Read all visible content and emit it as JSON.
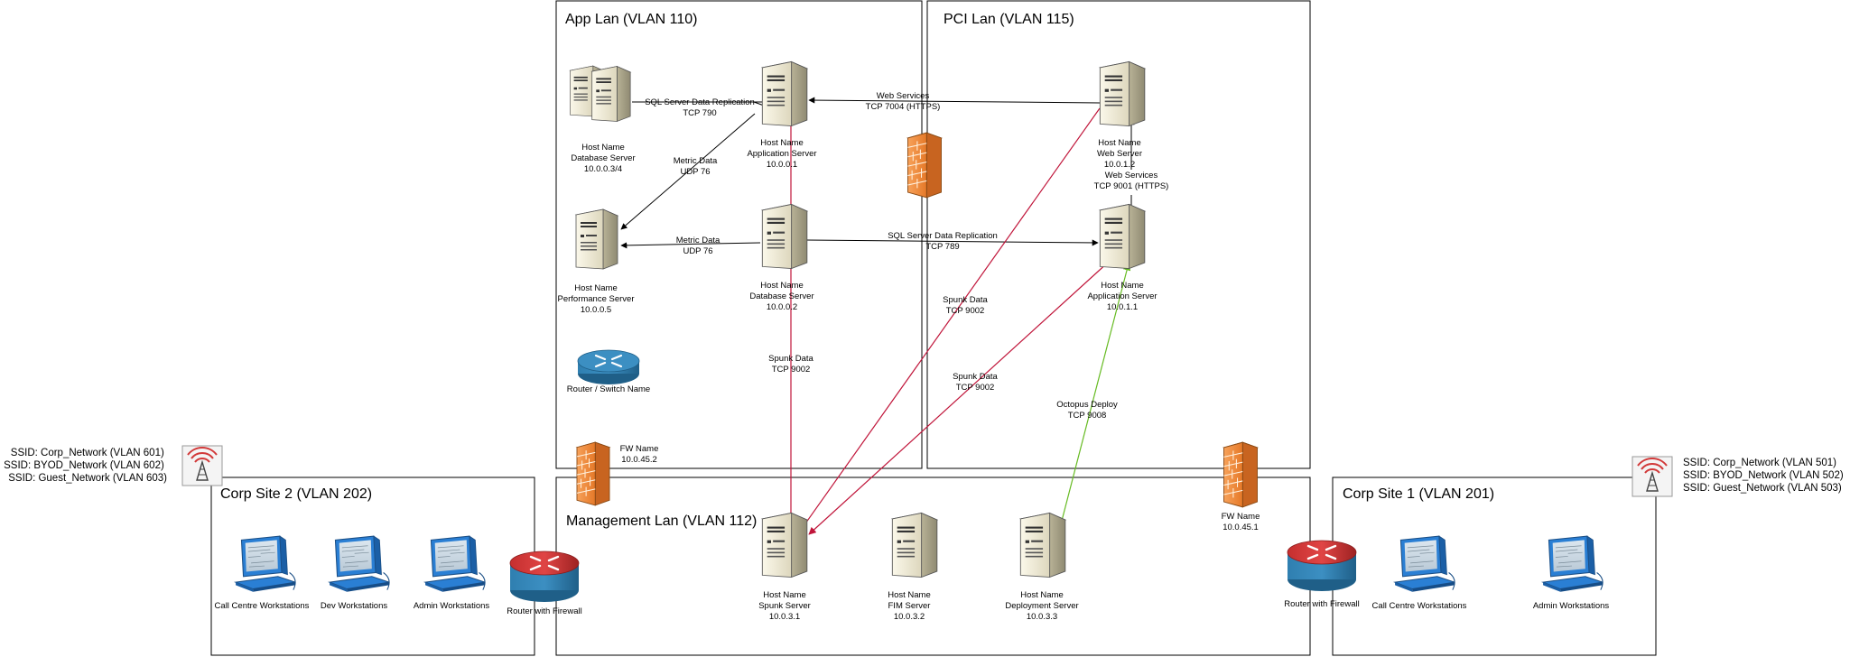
{
  "zones": {
    "app_lan": "App Lan (VLAN 110)",
    "pci_lan": "PCI Lan (VLAN 115)",
    "management_lan": "Management Lan (VLAN 112)",
    "corp_site_2": "Corp Site 2 (VLAN 202)",
    "corp_site_1": "Corp Site 1 (VLAN 201)"
  },
  "devices": {
    "app_db_cluster": [
      "Host Name",
      "Database Server",
      "10.0.0.3/4"
    ],
    "app_server": [
      "Host Name",
      "Application Server",
      "10.0.0.1"
    ],
    "perf_server": [
      "Host Name",
      "Performance Server",
      "10.0.0.5"
    ],
    "app_db_server": [
      "Host Name",
      "Database Server",
      "10.0.0.2"
    ],
    "router_switch": [
      "Router / Switch Name"
    ],
    "pci_web_server": [
      "Host Name",
      "Web Server",
      "10.0.1.2"
    ],
    "pci_app_server": [
      "Host Name",
      "Application Server",
      "10.0.1.1"
    ],
    "fw_left": [
      "FW Name",
      "10.0.45.2"
    ],
    "fw_right": [
      "FW Name",
      "10.0.45.1"
    ],
    "spunk_server": [
      "Host Name",
      "Spunk Server",
      "10.0.3.1"
    ],
    "fim_server": [
      "Host Name",
      "FIM Server",
      "10.0.3.2"
    ],
    "deploy_server": [
      "Host Name",
      "Deployment Server",
      "10.0.3.3"
    ],
    "router_fw_left": [
      "Router with Firewall"
    ],
    "router_fw_right": [
      "Router with Firewall"
    ],
    "cs2_ws1": [
      "Call Centre Workstations"
    ],
    "cs2_ws2": [
      "Dev Workstations"
    ],
    "cs2_ws3": [
      "Admin Workstations"
    ],
    "cs1_ws1": [
      "Call Centre Workstations"
    ],
    "cs1_ws2": [
      "Admin Workstations"
    ]
  },
  "links": {
    "sql_repl_790": [
      "SQL Server Data Replication",
      "TCP 790"
    ],
    "web_services_7004": [
      "Web Services",
      "TCP 7004 (HTTPS)"
    ],
    "metric_upper": [
      "Metric Data",
      "UDP 76"
    ],
    "metric_lower": [
      "Metric Data",
      "UDP 76"
    ],
    "sql_repl_789": [
      "SQL Server Data Replication",
      "TCP 789"
    ],
    "web_services_9001": [
      "Web Services",
      "TCP 9001 (HTTPS)"
    ],
    "spunk_app": [
      "Spunk Data",
      "TCP 9002"
    ],
    "spunk_web": [
      "Spunk Data",
      "TCP 9002"
    ],
    "spunk_pci_app": [
      "Spunk Data",
      "TCP 9002"
    ],
    "octopus": [
      "Octopus Deploy",
      "TCP 9008"
    ]
  },
  "ssid_left": [
    "SSID: Corp_Network (VLAN 601)",
    "SSID: BYOD_Network (VLAN 602)",
    "SSID: Guest_Network (VLAN 603)"
  ],
  "ssid_right": [
    "SSID: Corp_Network (VLAN 501)",
    "SSID: BYOD_Network (VLAN 502)",
    "SSID: Guest_Network (VLAN 503)"
  ],
  "colors": {
    "spunk_link": "#c0153a",
    "deploy_link": "#66bb22",
    "data_link": "#000000",
    "firewall": "#f08a3c",
    "router": "#2a6f9b",
    "router_fw": "#d33838",
    "workstation": "#2a7fd4"
  }
}
